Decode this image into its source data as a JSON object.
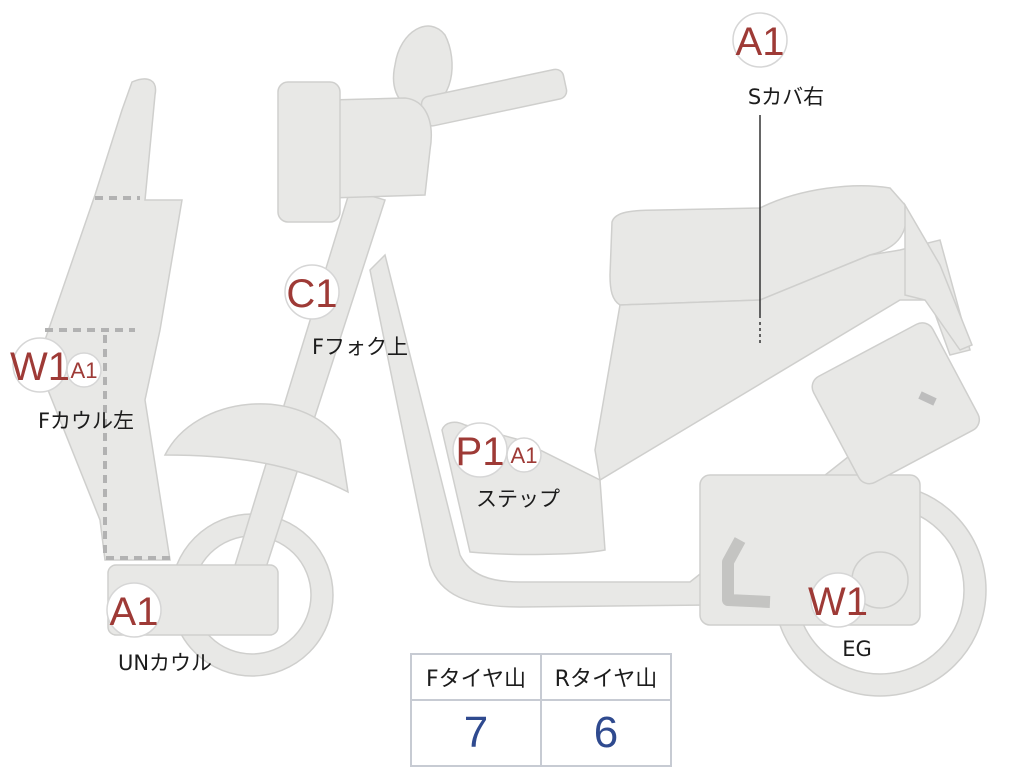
{
  "markers": {
    "seat_cover_right": {
      "code": "A1",
      "label": "Sカバ右"
    },
    "fork_upper": {
      "code": "C1",
      "label": "Fフォク上"
    },
    "cowl_left": {
      "code": "W1",
      "sub_code": "A1",
      "label": "Fカウル左"
    },
    "step": {
      "code": "P1",
      "sub_code": "A1",
      "label": "ステップ"
    },
    "under_cowl": {
      "code": "A1",
      "label": "UNカウル"
    },
    "engine": {
      "code": "W1",
      "label": "EG"
    }
  },
  "tire_tread": {
    "front_label": "Fタイヤ山",
    "rear_label": "Rタイヤ山",
    "front_value": "7",
    "rear_value": "6"
  },
  "colors": {
    "body_fill": "#e8e8e6",
    "damage_code": "#9e3a36",
    "tread_value": "#2f4a8f"
  }
}
